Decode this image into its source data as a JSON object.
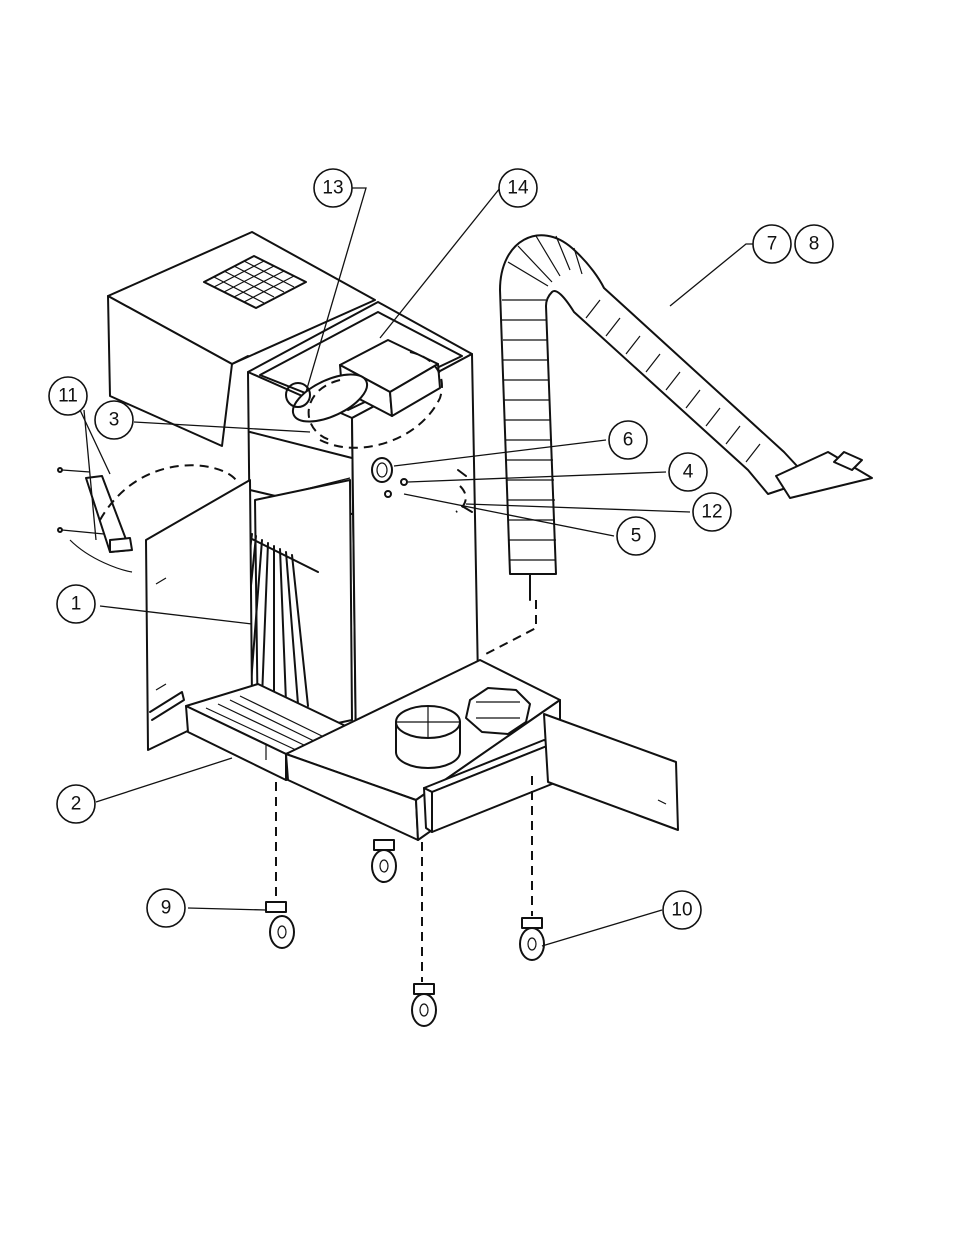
{
  "callouts": [
    {
      "id": "c13",
      "label": "13"
    },
    {
      "id": "c14",
      "label": "14"
    },
    {
      "id": "c7",
      "label": "7"
    },
    {
      "id": "c8",
      "label": "8"
    },
    {
      "id": "c11",
      "label": "11"
    },
    {
      "id": "c3",
      "label": "3"
    },
    {
      "id": "c6",
      "label": "6"
    },
    {
      "id": "c4",
      "label": "4"
    },
    {
      "id": "c12",
      "label": "12"
    },
    {
      "id": "c5",
      "label": "5"
    },
    {
      "id": "c1",
      "label": "1"
    },
    {
      "id": "c2",
      "label": "2"
    },
    {
      "id": "c9",
      "label": "9"
    },
    {
      "id": "c10",
      "label": "10"
    }
  ]
}
